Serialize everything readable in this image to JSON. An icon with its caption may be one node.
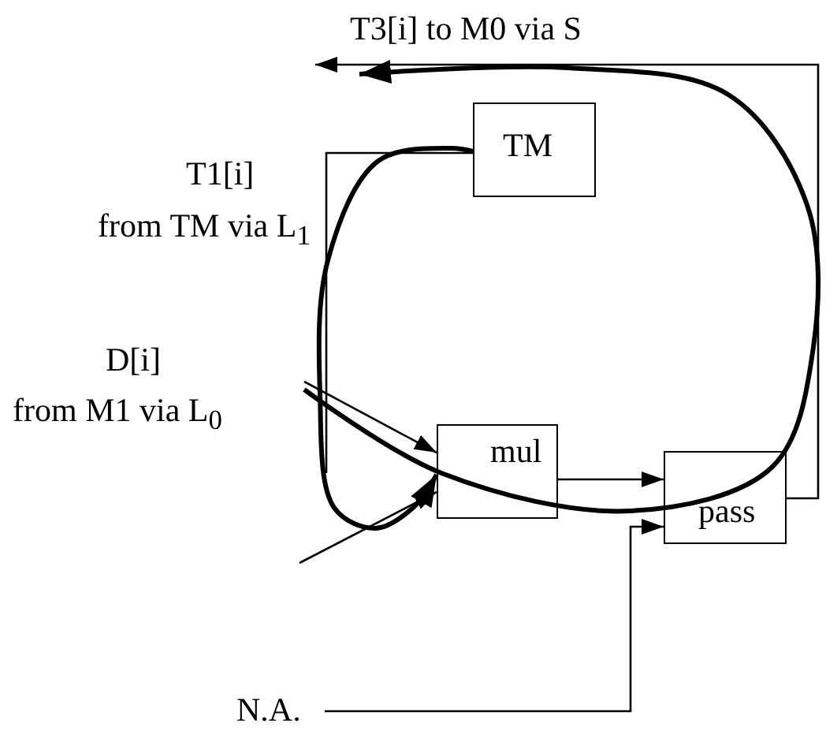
{
  "diagram": {
    "nodes": [
      {
        "text": [
          "TM"
        ]
      },
      {
        "text": [
          "mul"
        ]
      },
      {
        "text": [
          "pass"
        ]
      },
      {
        "text": [
          "D[i]",
          "from M1 via L$_{0}$"
        ]
      },
      {
        "text": [
          "N.A."
        ]
      }
    ],
    "edges": [
      {
        "from": 3,
        "to": 1,
        "arrow": "to"
      },
      {
        "from": null,
        "to": 1,
        "arrow": "to"
      },
      {
        "from": 1,
        "to": 2,
        "arrow": "to"
      },
      {
        "from": 4,
        "to": 2,
        "arrow": "to"
      },
      {
        "from": 2,
        "to": null,
        "arrow": "to"
      },
      {
        "from": 0,
        "to": null,
        "arrow": "none"
      },
      {
        "from": 0,
        "to": 1,
        "arrow": "to",
        "style": "thick"
      },
      {
        "from": 3,
        "to": null,
        "arrow": "to",
        "style": "thick"
      }
    ],
    "labels": [
      "T3[i] to M0 via S",
      "T1[i]",
      "from TM via L$_{1}$"
    ]
  }
}
